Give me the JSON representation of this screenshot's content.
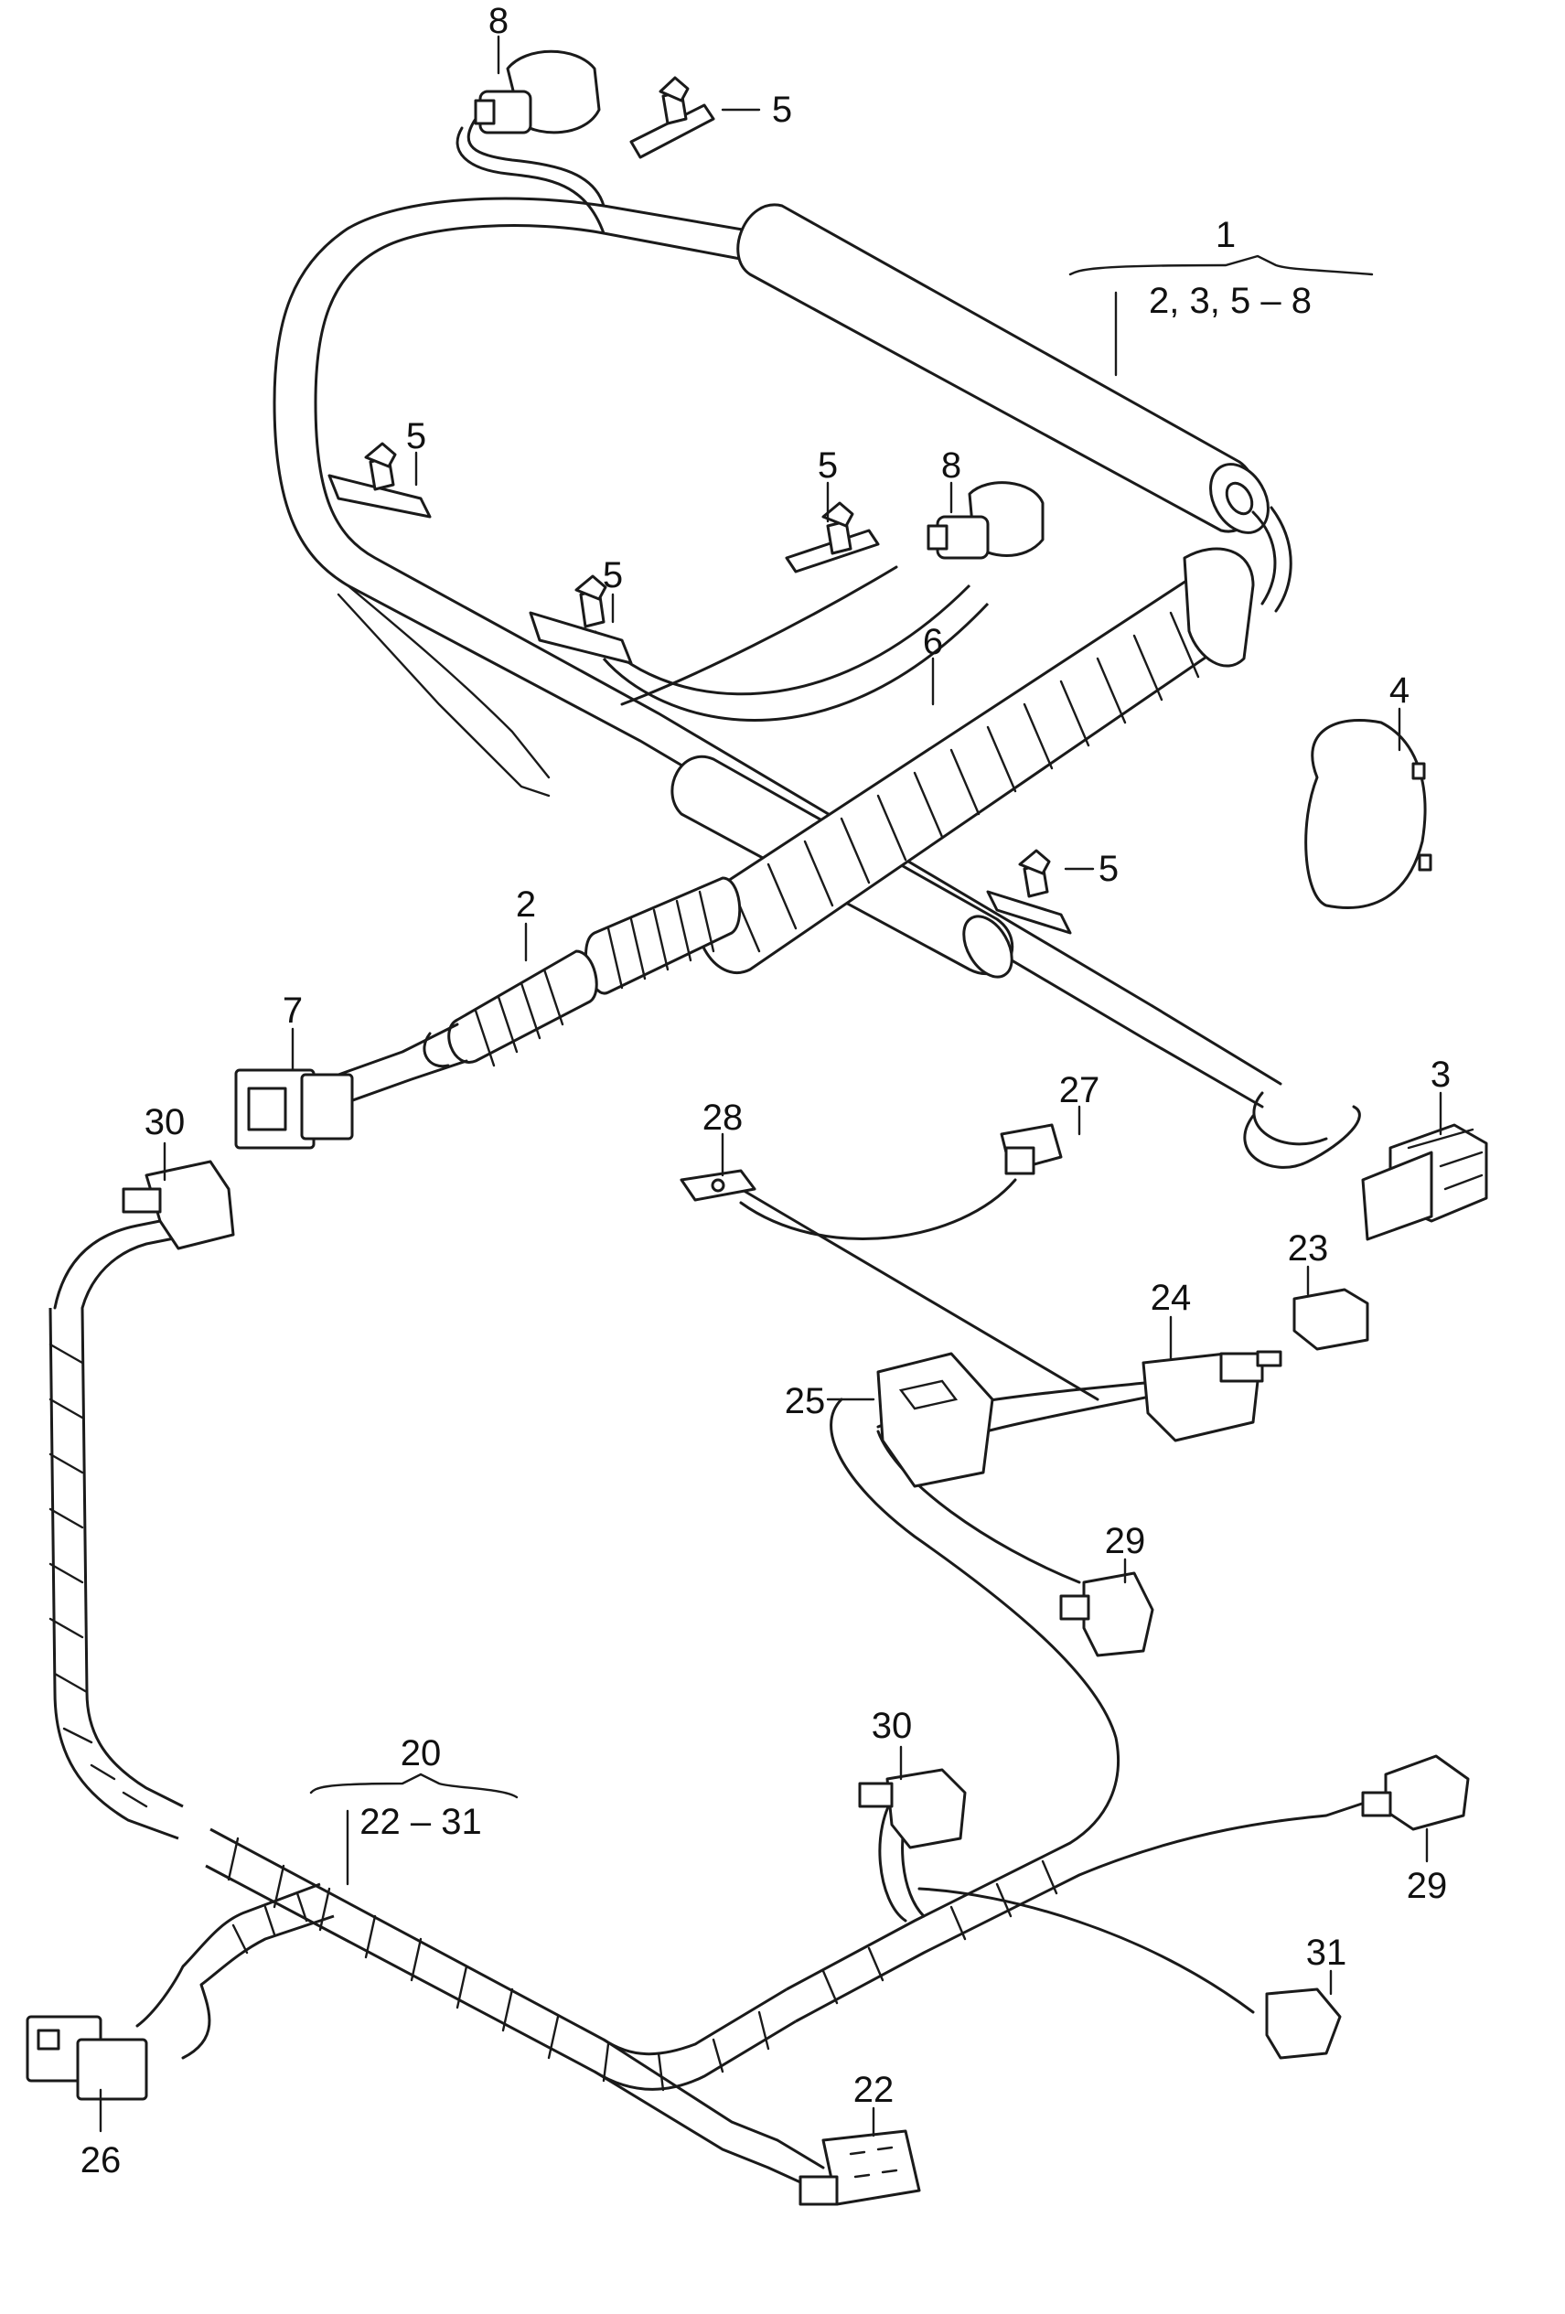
{
  "labels": {
    "l1": "1",
    "l1_range": "2, 3, 5 – 8",
    "l2": "2",
    "l3": "3",
    "l4": "4",
    "l5a": "5",
    "l5b": "5",
    "l5c": "5",
    "l5d": "5",
    "l5e": "5",
    "l6": "6",
    "l7": "7",
    "l8a": "8",
    "l8b": "8",
    "l20": "20",
    "l20_range": "22 – 31",
    "l22": "22",
    "l23": "23",
    "l24": "24",
    "l25": "25",
    "l26": "26",
    "l27": "27",
    "l28": "28",
    "l29a": "29",
    "l29b": "29",
    "l30a": "30",
    "l30b": "30",
    "l31": "31"
  },
  "colors": {
    "line": "#1a1a1a",
    "background": "#ffffff"
  }
}
